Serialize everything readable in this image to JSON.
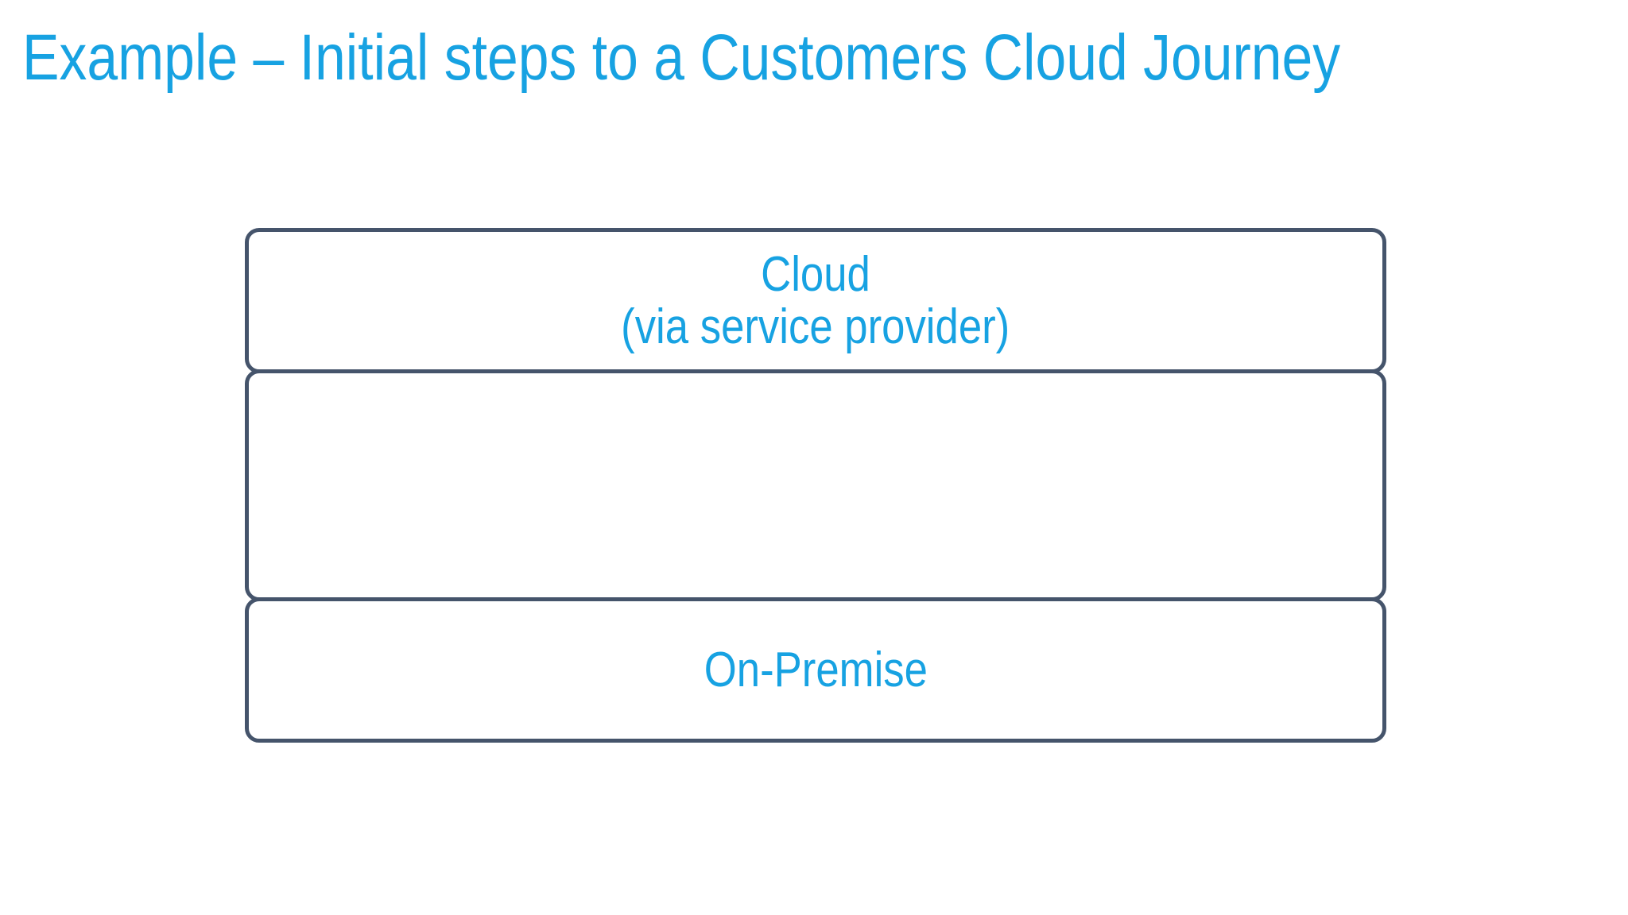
{
  "slide": {
    "title": "Example – Initial steps to a Customers Cloud Journey",
    "colors": {
      "accent_text": "#17A2E2",
      "box_border": "#45546B",
      "background": "#FFFFFF"
    },
    "diagram": {
      "layers": [
        {
          "id": "cloud",
          "label_lines": [
            "Cloud",
            "(via service provider)"
          ]
        },
        {
          "id": "middle-empty",
          "label_lines": []
        },
        {
          "id": "on-premise",
          "label_lines": [
            "On-Premise"
          ]
        }
      ]
    }
  }
}
